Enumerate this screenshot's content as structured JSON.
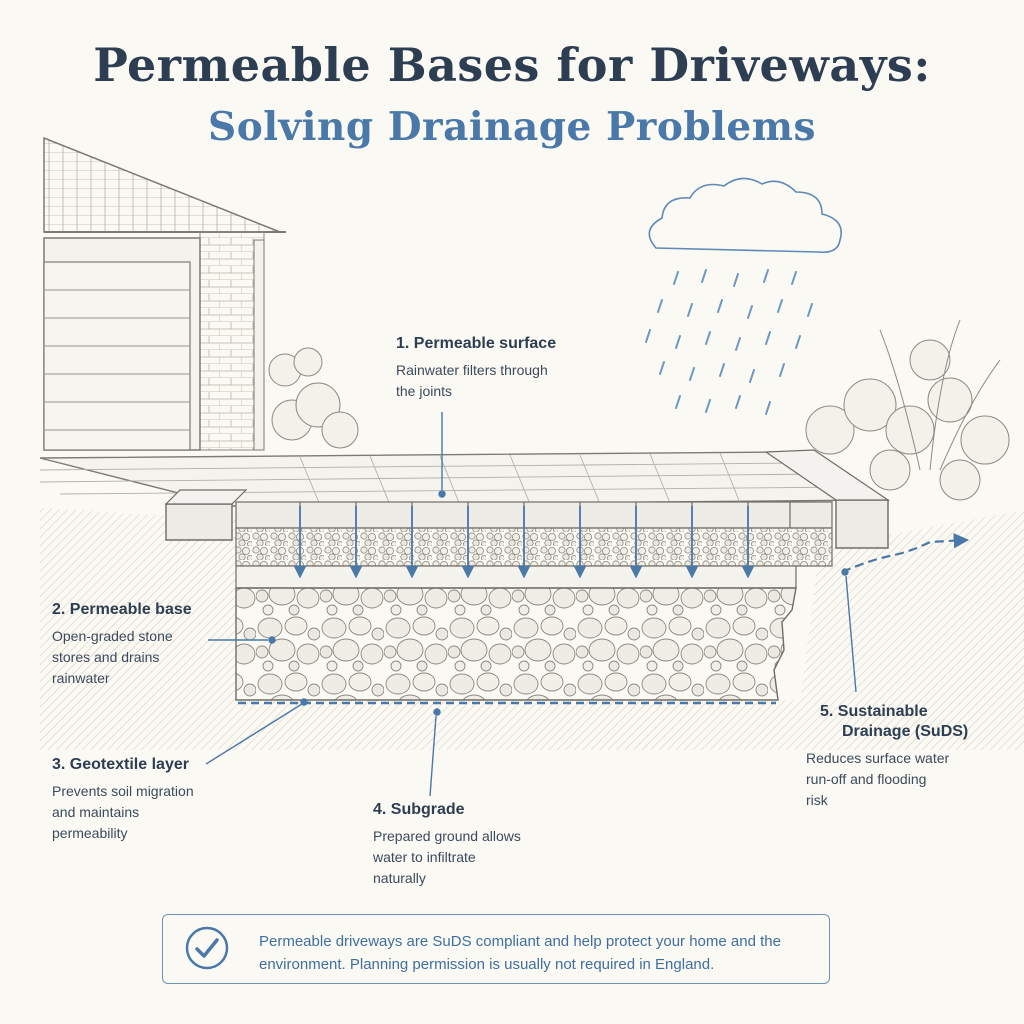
{
  "title": "Permeable Bases for Driveways:",
  "subtitle": "Solving Drainage Problems",
  "labels": {
    "surface": {
      "heading": "1. Permeable surface",
      "body": "Rainwater filters through\nthe joints"
    },
    "base": {
      "heading": "2. Permeable base",
      "body": "Open-graded stone\nstores and drains\nrainwater"
    },
    "geotextile": {
      "heading": "3. Geotextile layer",
      "body": "Prevents soil migration\nand maintains\npermeability"
    },
    "subgrade": {
      "heading": "4. Subgrade",
      "body": "Prepared ground allows\nwater to infiltrate\nnaturally"
    },
    "suds": {
      "heading_line1": "5. Sustainable",
      "heading_line2": "Drainage (SuDS)",
      "body": "Reduces surface water\nrun-off and flooding\nrisk"
    }
  },
  "note": {
    "text": "Permeable driveways are SuDS compliant and help protect your home and the environment. Planning permission is usually not required in England.",
    "icon": "check-circle-icon"
  },
  "colors": {
    "accent_blue": "#4a78a8",
    "ink": "#2d3e52",
    "line": "#5a6572"
  }
}
